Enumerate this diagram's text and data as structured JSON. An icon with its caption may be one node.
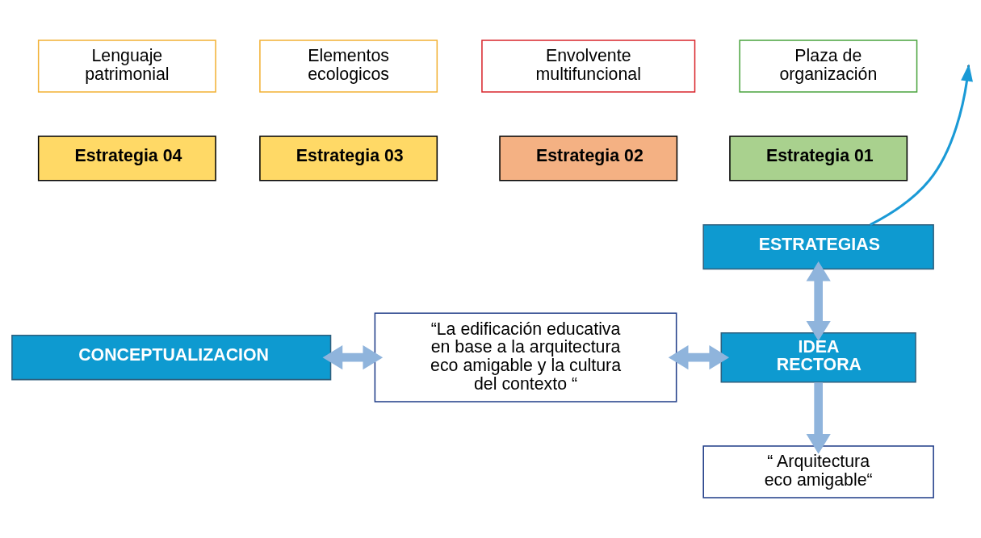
{
  "diagram": {
    "nodes": [
      {
        "text": [
          "Lenguaje patrimonial"
        ]
      },
      {
        "text": [
          "Elementos ecologicos"
        ]
      },
      {
        "text": [
          "Envolvente multifuncional"
        ]
      },
      {
        "text": [
          "Plaza de organización"
        ]
      },
      {
        "text": [
          "Estrategia 04"
        ]
      },
      {
        "text": [
          "Estrategia 03"
        ]
      },
      {
        "text": [
          "Estrategia 02"
        ]
      },
      {
        "text": [
          "Estrategia 01"
        ]
      },
      {
        "text": [
          "ESTRATEGIAS"
        ]
      },
      {
        "text": [
          "CONCEPTUALIZACION"
        ]
      },
      {
        "text": [
          "“La edificación educativa en base a la arquitectura eco amigable y la cultura del contexto “"
        ]
      },
      {
        "text": [
          "IDEA RECTORA"
        ]
      },
      {
        "text": [
          "“ Arquitectura eco amigable“"
        ]
      }
    ],
    "edges": [
      {
        "from": 8,
        "to": null,
        "arrow": "to",
        "color": "#1a9ad6"
      },
      {
        "from": 8,
        "to": 11,
        "arrow": "both"
      },
      {
        "from": 9,
        "to": 10,
        "arrow": "both"
      },
      {
        "from": 10,
        "to": 11,
        "arrow": "both"
      },
      {
        "from": 11,
        "to": 12,
        "arrow": "to"
      }
    ]
  }
}
